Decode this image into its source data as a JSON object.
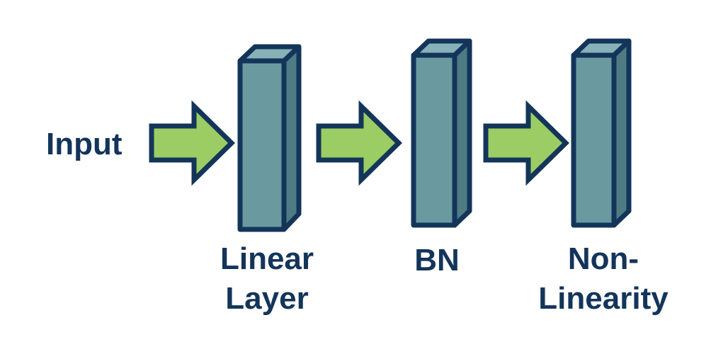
{
  "input_label": "Input",
  "blocks": [
    {
      "label_lines": [
        "Linear",
        "Layer"
      ]
    },
    {
      "label_lines": [
        "BN"
      ]
    },
    {
      "label_lines": [
        "Non-",
        "Linearity"
      ]
    }
  ],
  "colors": {
    "outline": "#14355a",
    "arrow_fill": "#9ccc64",
    "block_front": "#6a9aa0",
    "block_top": "#86b2b7",
    "block_side": "#4f7c84",
    "text": "#14355a"
  }
}
